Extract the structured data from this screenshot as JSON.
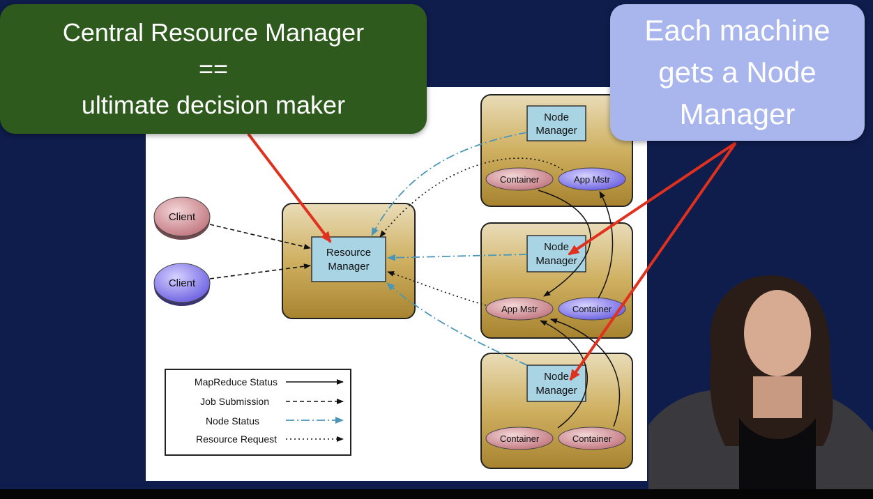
{
  "callouts": {
    "central": {
      "lines": [
        "Central Resource Manager",
        "==",
        "ultimate decision maker"
      ]
    },
    "each_machine": {
      "lines": [
        "Each machine",
        "gets a Node",
        "Manager"
      ]
    }
  },
  "diagram": {
    "clients": [
      "Client",
      "Client"
    ],
    "resource_manager": [
      "Resource",
      "Manager"
    ],
    "node_manager": [
      "Node",
      "Manager"
    ],
    "nodes": {
      "top": {
        "left": "Container",
        "right": "App Mstr"
      },
      "middle": {
        "left": "App Mstr",
        "right": "Container"
      },
      "bottom": {
        "left": "Container",
        "right": "Container"
      }
    },
    "legend": [
      {
        "label": "MapReduce Status",
        "style": "solid"
      },
      {
        "label": "Job Submission",
        "style": "dashed"
      },
      {
        "label": "Node Status",
        "style": "dash-dot"
      },
      {
        "label": "Resource Request",
        "style": "dotted"
      }
    ]
  },
  "colors": {
    "background": "#0f1d4d",
    "callout_green": "#2e5a1e",
    "callout_blue": "#a9b6ee",
    "node_box": "#c9a94f",
    "manager_box": "#a9d4e4",
    "pink_ellipse": "#d49aa0",
    "purple_ellipse": "#8f86f0",
    "red_arrow": "#e0301e",
    "node_status_line": "#4a96b8"
  }
}
